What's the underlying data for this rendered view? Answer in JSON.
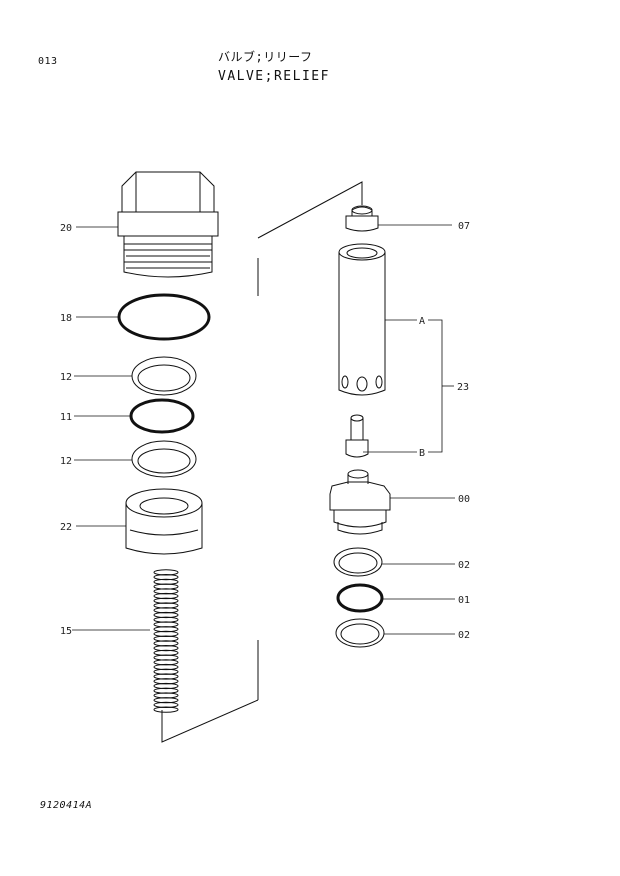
{
  "header": {
    "code": "013",
    "title_jp": "バルブ;リリーフ",
    "title_en": "VALVE;RELIEF"
  },
  "footer": {
    "drawing_id": "9120414A"
  },
  "callouts": {
    "left": [
      "20",
      "18",
      "12",
      "11",
      "12",
      "22",
      "15"
    ],
    "right": [
      "07",
      "A",
      "23",
      "B",
      "00",
      "02",
      "01",
      "02"
    ]
  }
}
